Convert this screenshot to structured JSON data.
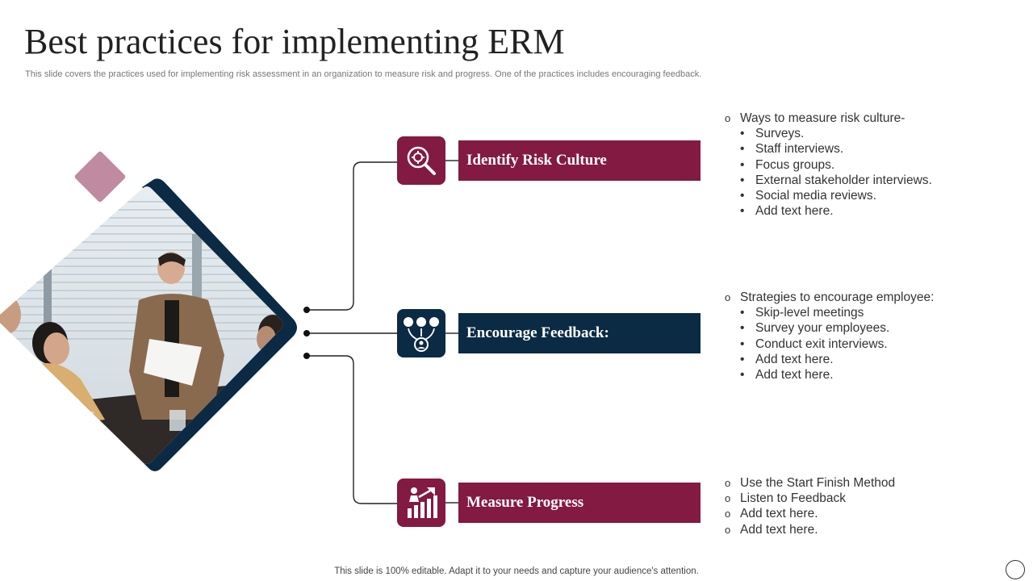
{
  "title": "Best practices for implementing ERM",
  "subtitle": "This slide covers the practices used for implementing risk assessment in an organization to measure risk and progress. One of the practices  includes  encouraging feedback.",
  "footer": "This slide is 100% editable. Adapt it to your needs and capture your audience's attention.",
  "colors": {
    "maroon": "#831a41",
    "navy": "#0b2a44",
    "diamond_accent": "#c08aa0"
  },
  "practices": [
    {
      "label": "Identify Risk Culture",
      "icon": "magnifier-gear-icon",
      "lead": "Ways to measure risk culture-",
      "bullets": [
        "Surveys.",
        "Staff interviews.",
        "Focus groups.",
        "External stakeholder interviews.",
        "Social media reviews.",
        "Add text here."
      ]
    },
    {
      "label": "Encourage Feedback:",
      "icon": "feedback-network-icon",
      "lead": "Strategies to encourage employee:",
      "bullets": [
        "Skip-level meetings",
        "Survey your employees.",
        "Conduct exit interviews.",
        "Add text here.",
        "Add text here."
      ]
    },
    {
      "label": "Measure Progress",
      "icon": "growth-chart-icon",
      "items": [
        "Use the Start Finish Method",
        "Listen to Feedback",
        "Add text here.",
        "Add text here."
      ]
    }
  ]
}
